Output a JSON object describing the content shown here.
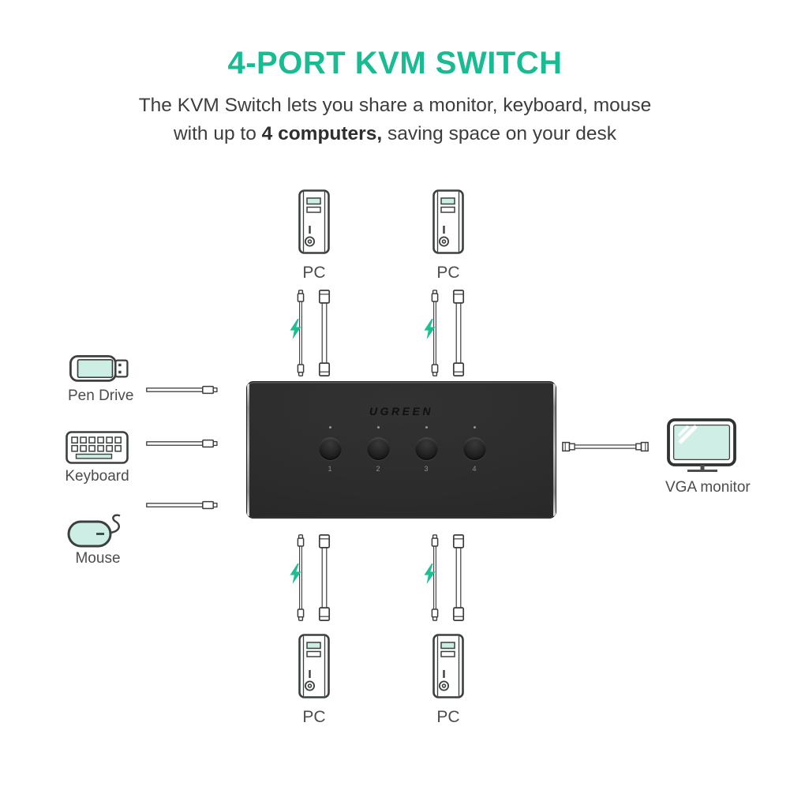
{
  "header": {
    "title": "4-PORT KVM SWITCH",
    "subtitle_line1": "The KVM Switch lets you share a monitor, keyboard, mouse",
    "subtitle_line2_prefix": "with up to ",
    "subtitle_line2_bold": "4 computers,",
    "subtitle_line2_suffix": " saving space on your desk"
  },
  "kvm_switch": {
    "brand": "UGREEN",
    "port_buttons": [
      {
        "number": "1"
      },
      {
        "number": "2"
      },
      {
        "number": "3"
      },
      {
        "number": "4"
      }
    ]
  },
  "computers": {
    "top_left": {
      "label": "PC"
    },
    "top_right": {
      "label": "PC"
    },
    "bottom_left": {
      "label": "PC"
    },
    "bottom_right": {
      "label": "PC"
    }
  },
  "peripherals": {
    "pen_drive": {
      "label": "Pen Drive"
    },
    "keyboard": {
      "label": "Keyboard"
    },
    "mouse": {
      "label": "Mouse"
    },
    "monitor": {
      "label": "VGA monitor"
    }
  },
  "icons": {
    "pc_tower": "pc-tower-icon",
    "power_cable": "power-cable-icon",
    "data_cable": "usb-cable-icon",
    "lightning": "lightning-bolt-icon",
    "pen_drive": "pen-drive-icon",
    "keyboard": "keyboard-icon",
    "mouse": "mouse-icon",
    "monitor": "vga-monitor-icon",
    "peripheral_cable": "usb-plug-cable-icon",
    "vga_cable": "vga-cable-icon"
  },
  "colors": {
    "accent_green": "#19BC92",
    "lightning_green": "#1DBE92",
    "mint_fill": "#CDEEE4",
    "device_body": "#2B2B2B",
    "icon_outline": "#3B403F",
    "heading_text": "#3D3D3D",
    "label_text": "#4C4C4C"
  }
}
